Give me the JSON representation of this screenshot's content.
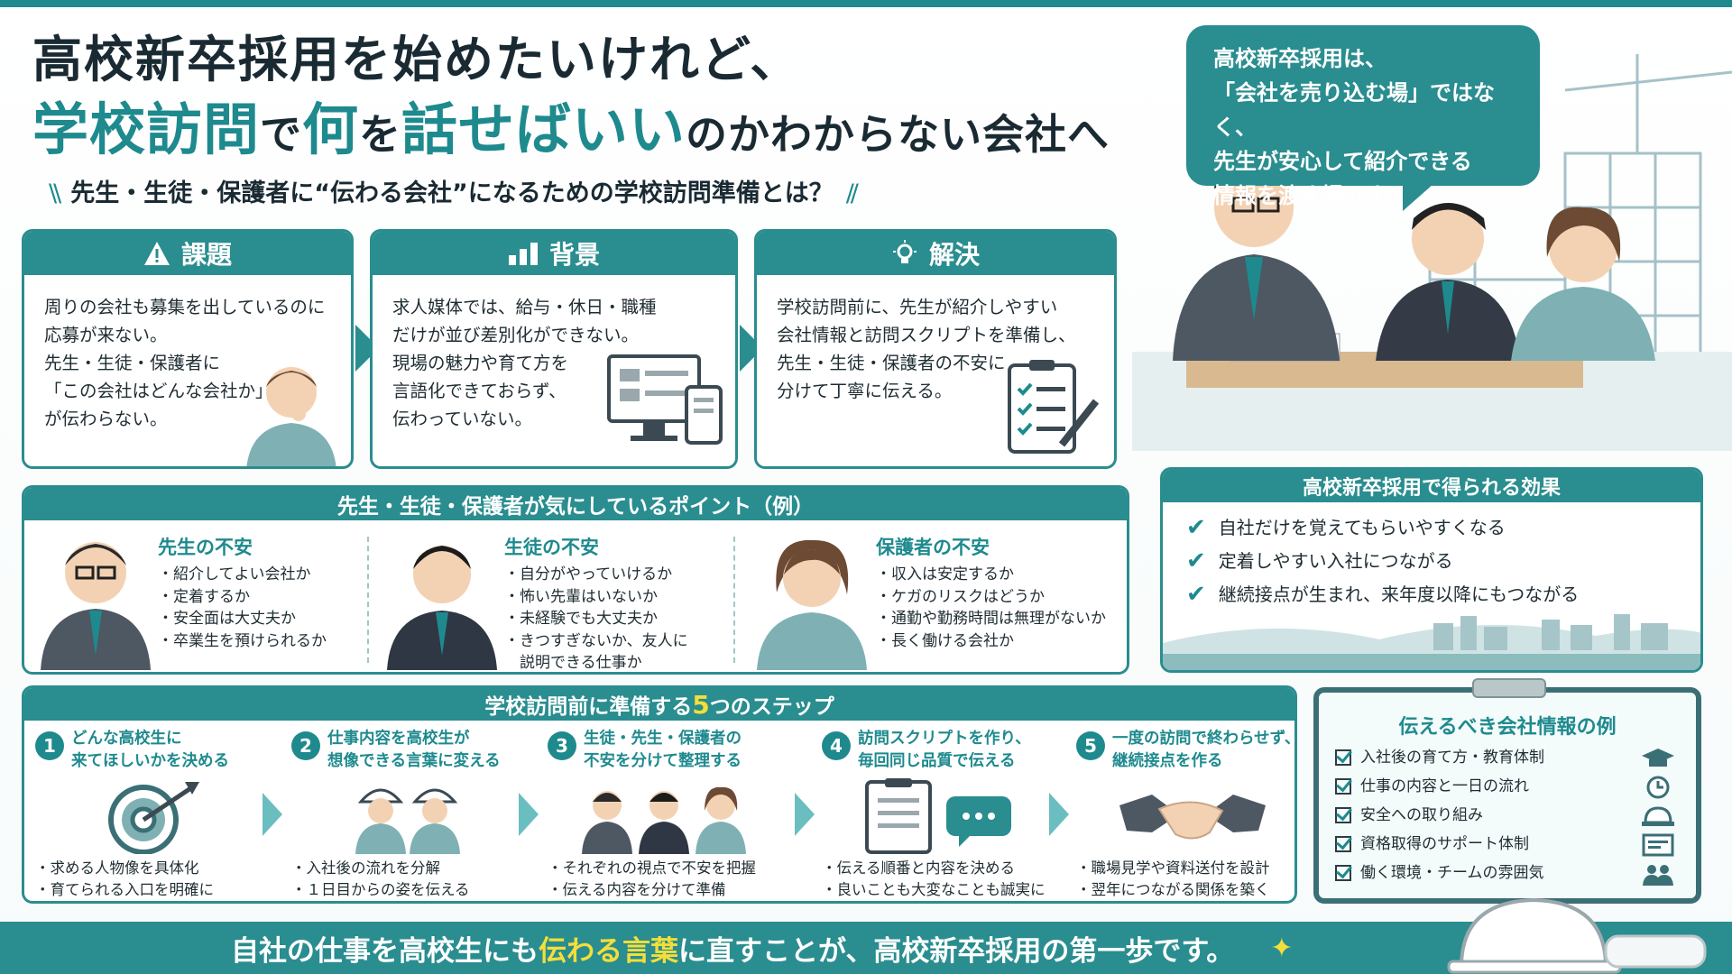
{
  "headline": {
    "line1": "高校新卒採用を始めたいけれど、",
    "line2_part1": "学校訪問",
    "line2_part2": "で",
    "line2_part3": "何",
    "line2_part4": "を",
    "line2_part5": "話せばいい",
    "line2_part6": "のかわからない会社へ"
  },
  "subhead": {
    "left_mark": "\\\\",
    "text": "先生・生徒・保護者に“伝わる会社”になるための学校訪問準備とは？",
    "right_mark": "//"
  },
  "bubble": {
    "lines": [
      "高校新卒採用は、",
      "「会社を売り込む場」ではなく、",
      "先生が安心して紹介できる",
      "情報を渡す場です。"
    ]
  },
  "cards": [
    {
      "title": "課題",
      "icon": "warning-icon",
      "lines": [
        "周りの会社も募集を出しているのに",
        "応募が来ない。",
        "先生・生徒・保護者に",
        "「この会社はどんな会社か」",
        "が伝わらない。"
      ]
    },
    {
      "title": "背景",
      "icon": "bar-chart-icon",
      "lines": [
        "求人媒体では、給与・休日・職種",
        "だけが並び差別化ができない。",
        "現場の魅力や育て方を",
        "言語化できておらず、",
        "伝わっていない。"
      ]
    },
    {
      "title": "解決",
      "icon": "lightbulb-icon",
      "lines": [
        "学校訪問前に、先生が紹介しやすい",
        "会社情報と訪問スクリプトを準備し、",
        "先生・生徒・保護者の不安に",
        "分けて丁寧に伝える。"
      ]
    }
  ],
  "points": {
    "title": "先生・生徒・保護者が気にしているポイント（例）",
    "columns": [
      {
        "title": "先生の不安",
        "items": [
          "・紹介してよい会社か",
          "・定着するか",
          "・安全面は大丈夫か",
          "・卒業生を預けられるか"
        ]
      },
      {
        "title": "生徒の不安",
        "items": [
          "・自分がやっていけるか",
          "・怖い先輩はいないか",
          "・未経験でも大丈夫か",
          "・きつすぎないか、友人に",
          "　説明できる仕事か"
        ]
      },
      {
        "title": "保護者の不安",
        "items": [
          "・収入は安定するか",
          "・ケガのリスクはどうか",
          "・通勤や勤務時間は無理がないか",
          "・長く働ける会社か"
        ]
      }
    ]
  },
  "effects": {
    "title": "高校新卒採用で得られる効果",
    "items": [
      "自社だけを覚えてもらいやすくなる",
      "定着しやすい入社につながる",
      "継続接点が生まれ、来年度以降にもつながる"
    ]
  },
  "steps": {
    "title_pre": "学校訪問前に準備する",
    "title_num": "5",
    "title_post": "つのステップ",
    "items": [
      {
        "num": "1",
        "title": [
          "どんな高校生に",
          "来てほしいかを決める"
        ],
        "bullets": [
          "・求める人物像を具体化",
          "・育てられる入口を明確に"
        ]
      },
      {
        "num": "2",
        "title": [
          "仕事内容を高校生が",
          "想像できる言葉に変える"
        ],
        "bullets": [
          "・入社後の流れを分解",
          "・１日目からの姿を伝える"
        ]
      },
      {
        "num": "3",
        "title": [
          "生徒・先生・保護者の",
          "不安を分けて整理する"
        ],
        "bullets": [
          "・それぞれの視点で不安を把握",
          "・伝える内容を分けて準備"
        ]
      },
      {
        "num": "4",
        "title": [
          "訪問スクリプトを作り、",
          "毎回同じ品質で伝える"
        ],
        "bullets": [
          "・伝える順番と内容を決める",
          "・良いことも大変なことも誠実に"
        ]
      },
      {
        "num": "5",
        "title": [
          "一度の訪問で終わらせず、",
          "継続接点を作る"
        ],
        "bullets": [
          "・職場見学や資料送付を設計",
          "・翌年につながる関係を築く"
        ]
      }
    ]
  },
  "info": {
    "title": "伝えるべき会社情報の例",
    "items": [
      "入社後の育て方・教育体制",
      "仕事の内容と一日の流れ",
      "安全への取り組み",
      "資格取得のサポート体制",
      "働く環境・チームの雰囲気"
    ]
  },
  "footer": {
    "part1": "自社の仕事を高校生にも",
    "highlight": "伝わる言葉",
    "part2": "に直すことが、高校新卒採用の第一歩です。"
  },
  "colors": {
    "teal": "#2a8d8f",
    "accent_yellow": "#f3de3a",
    "text": "#1a2a33"
  }
}
